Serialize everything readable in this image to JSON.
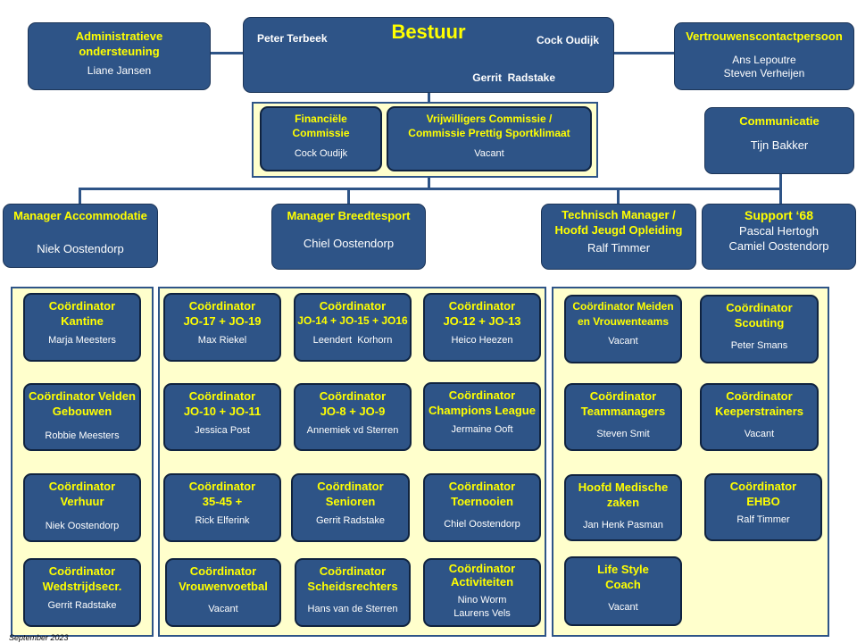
{
  "bestuur": {
    "title": "Bestuur",
    "members": [
      "Peter Terbeek",
      "Cock Oudijk",
      "Gerrit  Radstake"
    ]
  },
  "admin": {
    "title_1": "Administratieve",
    "title_2": "ondersteuning",
    "name": "Liane Jansen"
  },
  "vertrouwen": {
    "title": "Vertrouwenscontactpersoon",
    "names": [
      "Ans Lepoutre",
      "Steven Verheijen"
    ]
  },
  "financieel": {
    "title_1": "Financiële",
    "title_2": "Commissie",
    "name": "Cock Oudijk"
  },
  "vrijwilligers": {
    "title_1": "Vrijwilligers Commissie /",
    "title_2": "Commissie Prettig Sportklimaat",
    "name": "Vacant"
  },
  "communicatie": {
    "title": "Communicatie",
    "name": "Tijn Bakker"
  },
  "managers": {
    "accommodatie": {
      "title": "Manager Accommodatie",
      "name": "Niek Oostendorp"
    },
    "breedtesport": {
      "title": "Manager Breedtesport",
      "name": "Chiel Oostendorp"
    },
    "technisch": {
      "title_1": "Technisch Manager /",
      "title_2": "Hoofd Jeugd Opleiding",
      "name": "Ralf Timmer"
    },
    "support": {
      "title": "Support ‘68",
      "names": [
        "Pascal Hertogh",
        "Camiel Oostendorp"
      ]
    }
  },
  "accommodatie_coords": [
    {
      "t1": "Coördinator",
      "t2": "Kantine",
      "name": "Marja Meesters"
    },
    {
      "t1": "Coördinator Velden",
      "t2": "Gebouwen",
      "name": "Robbie Meesters"
    },
    {
      "t1": "Coördinator",
      "t2": "Verhuur",
      "name": "Niek Oostendorp"
    },
    {
      "t1": "Coördinator",
      "t2": "Wedstrijdsecr.",
      "name": "Gerrit Radstake"
    }
  ],
  "breedte_coords": [
    {
      "t1": "Coördinator",
      "t2": "JO-17 + JO-19",
      "name": "Max Riekel"
    },
    {
      "t1": "Coördinator",
      "t2": "JO-14 + JO-15 + JO16",
      "name": "Leendert  Korhorn"
    },
    {
      "t1": "Coördinator",
      "t2": "JO-12 + JO-13",
      "name": "Heico Heezen"
    },
    {
      "t1": "Coördinator",
      "t2": "JO-10 + JO-11",
      "name": "Jessica Post"
    },
    {
      "t1": "Coördinator",
      "t2": "JO-8 + JO-9",
      "name": "Annemiek vd Sterren"
    },
    {
      "t1": "Coördinator",
      "t2": "Champions League",
      "name": "Jermaine Ooft"
    },
    {
      "t1": "Coördinator",
      "t2": "35-45 +",
      "name": "Rick Elferink"
    },
    {
      "t1": "Coördinator",
      "t2": "Senioren",
      "name": "Gerrit Radstake"
    },
    {
      "t1": "Coördinator",
      "t2": "Toernooien",
      "name": "Chiel Oostendorp"
    },
    {
      "t1": "Coördinator",
      "t2": "Vrouwenvoetbal",
      "name": "Vacant"
    },
    {
      "t1": "Coördinator",
      "t2": "Scheidsrechters",
      "name": "Hans van de Sterren"
    },
    {
      "t1": "Coördinator",
      "t2": "Activiteiten",
      "name": "Nino Worm",
      "name2": "Laurens Vels"
    }
  ],
  "technisch_coords": [
    {
      "t1": "Coördinator Meiden",
      "t2": "en Vrouwenteams",
      "name": "Vacant"
    },
    {
      "t1": "Coördinator",
      "t2": "Scouting",
      "name": "Peter Smans"
    },
    {
      "t1": "Coördinator",
      "t2": "Teammanagers",
      "name": "Steven Smit"
    },
    {
      "t1": "Coördinator",
      "t2": "Keeperstrainers",
      "name": "Vacant"
    },
    {
      "t1": "Hoofd Medische",
      "t2": "zaken",
      "name": "Jan Henk Pasman"
    },
    {
      "t1": "Coördinator",
      "t2": "EHBO",
      "name": "Ralf Timmer"
    },
    {
      "t1": "Life Style",
      "t2": "Coach",
      "name": "Vacant"
    }
  ],
  "footer": "September 2023",
  "colors": {
    "box": "#2e5487",
    "title": "#ffff00",
    "panel": "#ffffcc",
    "line": "#2e5487"
  }
}
